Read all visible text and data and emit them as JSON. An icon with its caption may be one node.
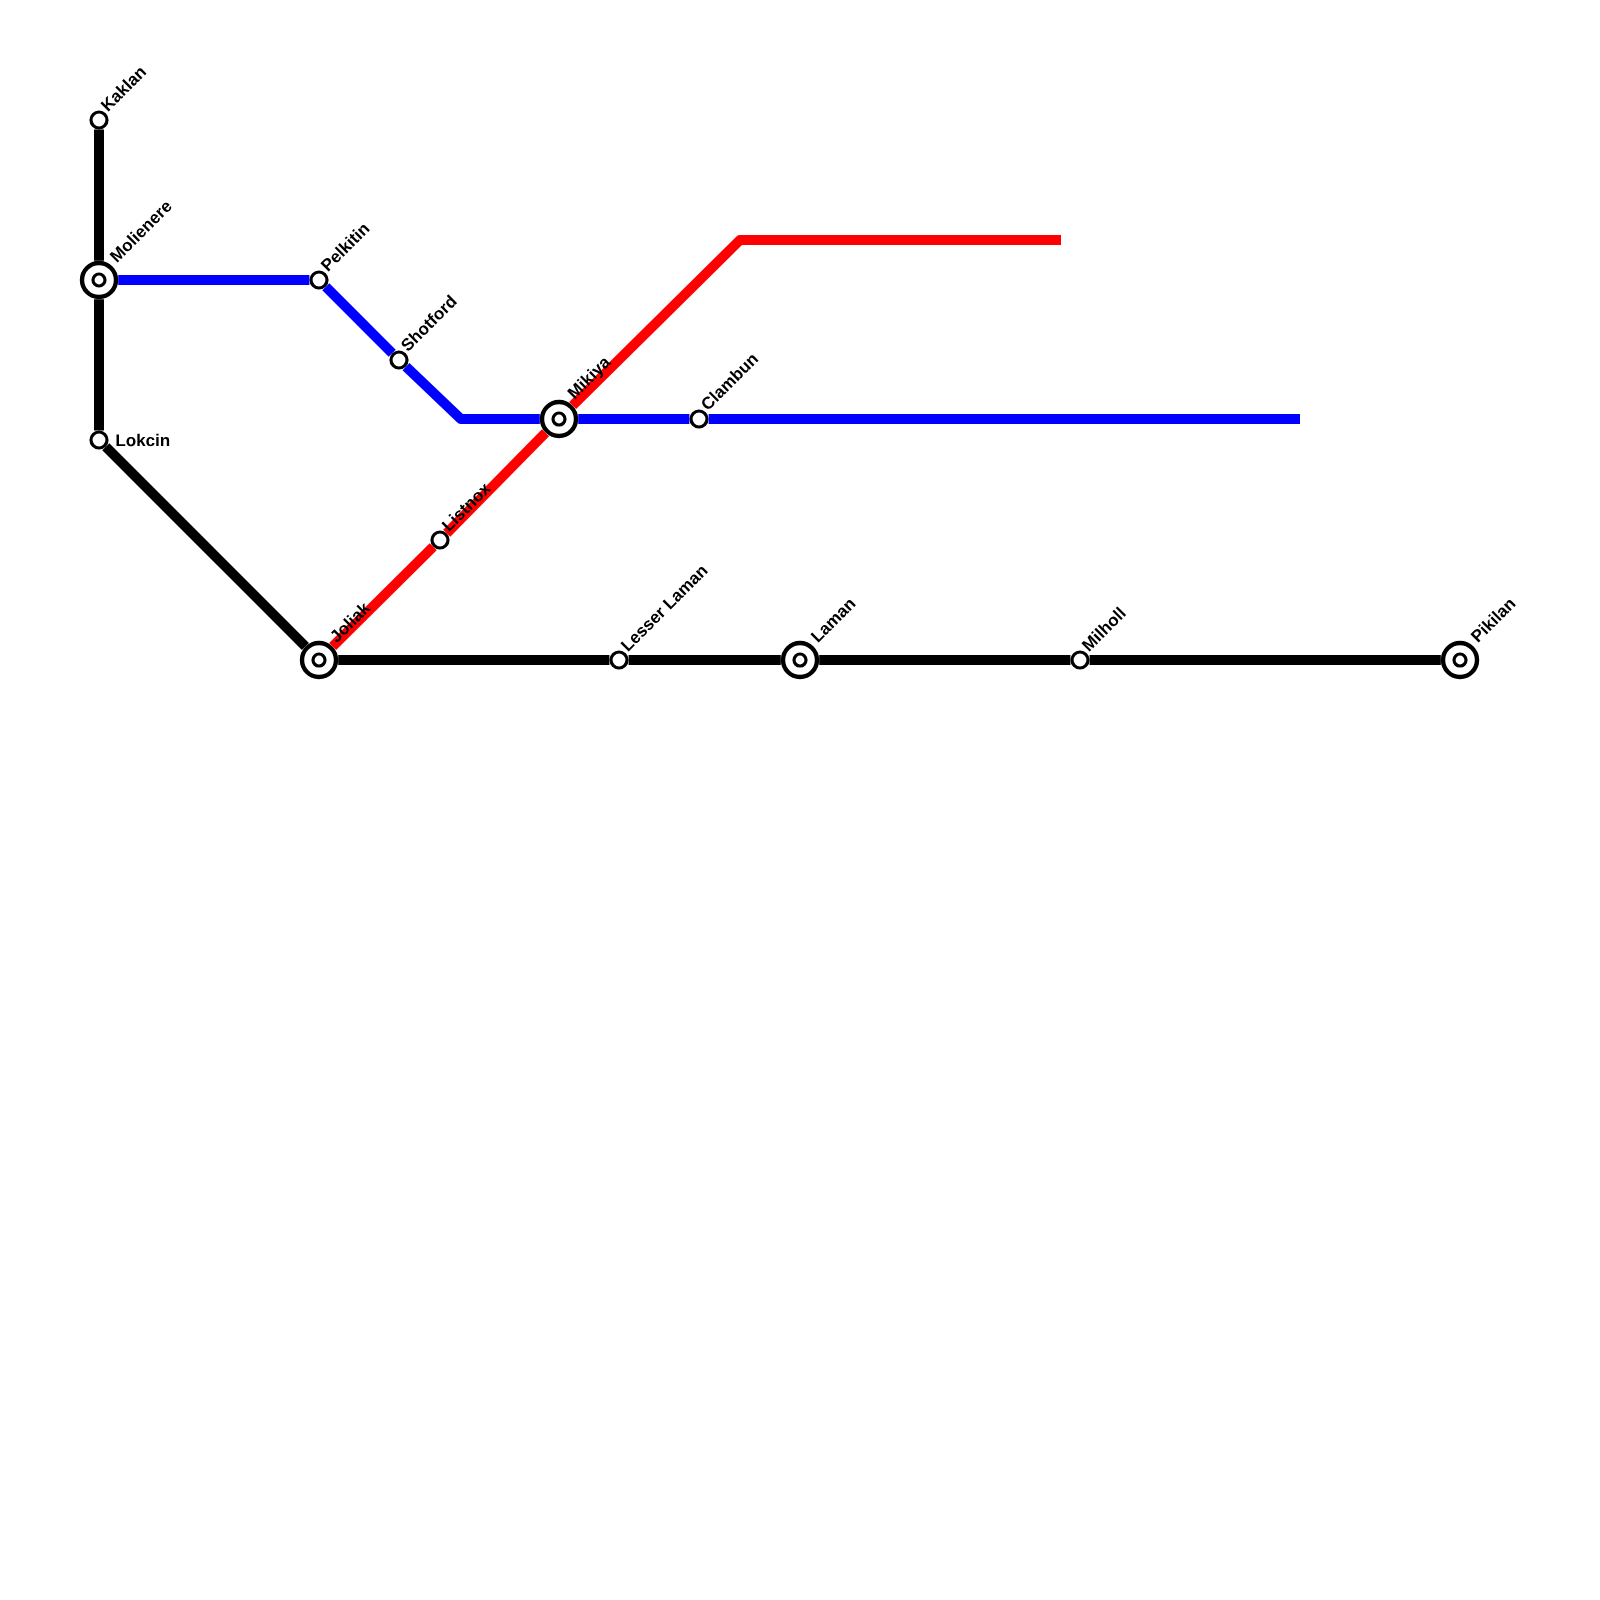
{
  "diagram": {
    "nodes": [
      {
        "text": [],
        "shape": "circle",
        "beside": [
          "Kaklan"
        ]
      },
      {
        "text": [],
        "shape": "ring",
        "beside": [
          "Molienere"
        ]
      },
      {
        "text": [],
        "shape": "circle",
        "beside": [
          "Pelkitin"
        ]
      },
      {
        "text": [],
        "shape": "circle",
        "beside": [
          "Shotford"
        ]
      },
      {
        "text": [],
        "shape": "ring",
        "beside": [
          "Mikiya"
        ]
      },
      {
        "text": [],
        "shape": "circle",
        "beside": [
          "Clambun"
        ]
      },
      {
        "text": [],
        "shape": "circle",
        "beside": [
          "Lokcin"
        ]
      },
      {
        "text": [],
        "shape": "circle",
        "beside": [
          "Listnox"
        ]
      },
      {
        "text": [],
        "shape": "ring",
        "beside": [
          "Joliak"
        ]
      },
      {
        "text": [],
        "shape": "circle",
        "beside": [
          "Lesser Laman"
        ]
      },
      {
        "text": [],
        "shape": "ring",
        "beside": [
          "Laman"
        ]
      },
      {
        "text": [],
        "shape": "circle",
        "beside": [
          "Milholl"
        ]
      },
      {
        "text": [],
        "shape": "ring",
        "beside": [
          "Pikilan"
        ]
      }
    ],
    "edges": [
      {
        "from": 0,
        "to": 1,
        "arrow": "none"
      },
      {
        "from": 1,
        "to": 6,
        "arrow": "none"
      },
      {
        "from": 6,
        "to": 8,
        "arrow": "none"
      },
      {
        "from": 8,
        "to": 9,
        "arrow": "none"
      },
      {
        "from": 9,
        "to": 10,
        "arrow": "none"
      },
      {
        "from": 10,
        "to": 11,
        "arrow": "none"
      },
      {
        "from": 11,
        "to": 12,
        "arrow": "none"
      },
      {
        "from": 1,
        "to": 2,
        "arrow": "none",
        "color": "#0000ff"
      },
      {
        "from": 2,
        "to": 3,
        "arrow": "none",
        "color": "#0000ff"
      },
      {
        "from": 3,
        "to": 4,
        "arrow": "none",
        "color": "#0000ff"
      },
      {
        "from": 4,
        "to": 5,
        "arrow": "none",
        "color": "#0000ff"
      },
      {
        "from": 5,
        "to": null,
        "arrow": "none",
        "color": "#0000ff"
      },
      {
        "from": 8,
        "to": 7,
        "arrow": "none",
        "color": "#ff0000"
      },
      {
        "from": 7,
        "to": 4,
        "arrow": "none",
        "color": "#ff0000"
      },
      {
        "from": 4,
        "to": null,
        "arrow": "none",
        "color": "#ff0000"
      }
    ]
  }
}
